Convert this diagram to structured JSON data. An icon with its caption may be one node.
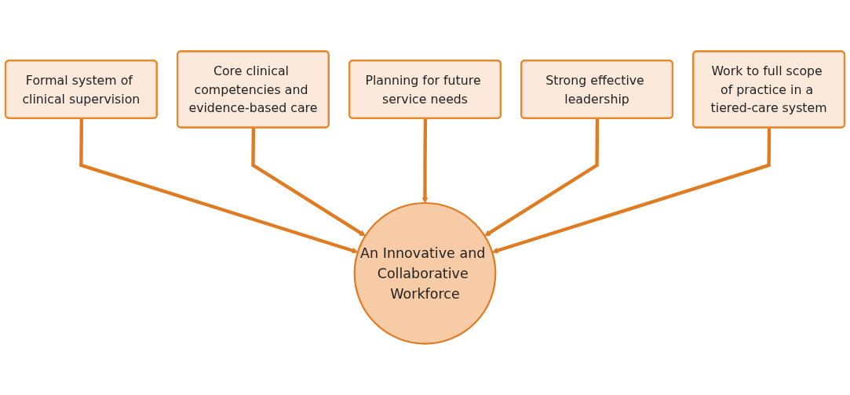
{
  "diagram": {
    "nodes": [
      {
        "text": [
          "Formal system of clinical supervision"
        ]
      },
      {
        "text": [
          "Core clinical competencies and evidence-based care"
        ]
      },
      {
        "text": [
          "Planning for future service needs"
        ]
      },
      {
        "text": [
          "Strong effective leadership"
        ]
      },
      {
        "text": [
          "An Innovative and Collaborative Workforce"
        ]
      },
      {
        "text": [
          "Work to full scope of practice in a tiered-care system"
        ]
      }
    ],
    "edges": [
      {
        "from": 0,
        "to": 4,
        "arrow": "to"
      },
      {
        "from": 1,
        "to": 4,
        "arrow": "to"
      },
      {
        "from": 2,
        "to": 4,
        "arrow": "to"
      },
      {
        "from": 3,
        "to": 4,
        "arrow": "to"
      },
      {
        "from": 5,
        "to": 4,
        "arrow": "to"
      }
    ]
  }
}
